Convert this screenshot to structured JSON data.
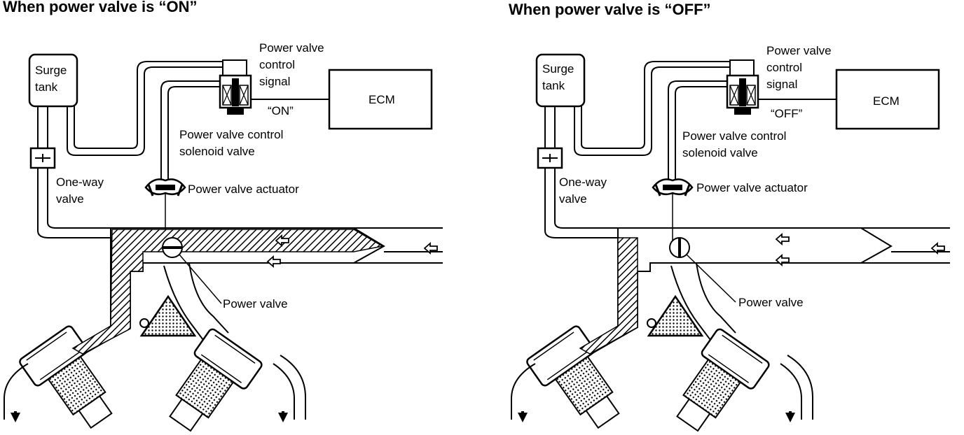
{
  "panels": [
    {
      "title": "When power valve is “ON”",
      "surge_tank": "Surge\ntank",
      "signal_label": "Power valve\ncontrol\nsignal",
      "ecm": "ECM",
      "state": "“ON”",
      "solenoid_label": "Power valve control\nsolenoid valve",
      "one_way_label": "One-way\nvalve",
      "actuator_label": "Power valve actuator",
      "valve_label": "Power valve",
      "valve_state": "closed"
    },
    {
      "title": "When power valve is “OFF”",
      "surge_tank": "Surge\ntank",
      "signal_label": "Power valve\ncontrol\nsignal",
      "ecm": "ECM",
      "state": "“OFF”",
      "solenoid_label": "Power valve control\nsolenoid valve",
      "one_way_label": "One-way\nvalve",
      "actuator_label": "Power valve actuator",
      "valve_label": "Power valve",
      "valve_state": "open"
    }
  ]
}
